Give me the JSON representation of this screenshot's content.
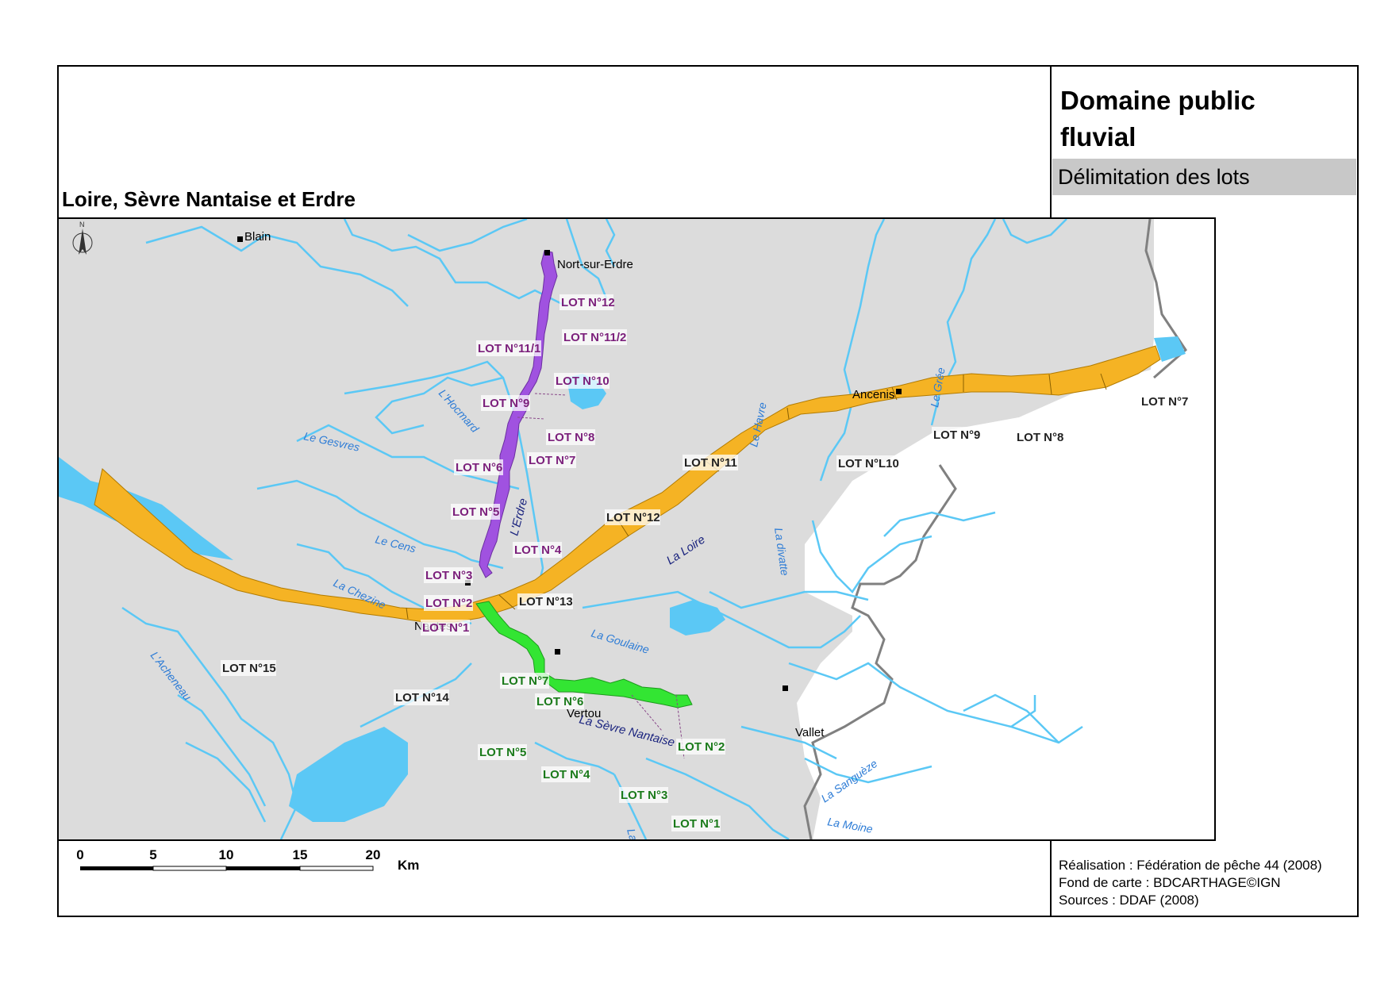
{
  "title": {
    "line1": "Domaine public",
    "line2": "fluvial"
  },
  "subtitle": "Délimitation des lots",
  "map_title": "Loire, Sèvre Nantaise et Erdre",
  "credits": {
    "realisation": "Réalisation : Fédération de pêche 44 (2008)",
    "fond": "Fond de carte : BDCARTHAGE©IGN",
    "sources": "Sources : DDAF (2008)"
  },
  "scale": {
    "ticks": [
      "0",
      "5",
      "10",
      "15",
      "20"
    ],
    "unit": "Km"
  },
  "towns": [
    "Blain",
    "Nort-sur-Erdre",
    "Ancenis",
    "Nantes",
    "Vertou",
    "Vallet"
  ],
  "rivers": {
    "loire": "La Loire",
    "erdre": "L'Erdre",
    "sevre": "La Sèvre Nantaise",
    "others": [
      "Le Gesvres",
      "L'Hocmard",
      "Le Cens",
      "La Chezine",
      "L'Acheneau",
      "La Goulaine",
      "Le Havre",
      "Le Grée",
      "La divatte",
      "La Sanguèze",
      "La Moine",
      "La"
    ]
  },
  "lots": {
    "erdre": [
      "LOT N°12",
      "LOT N°11/2",
      "LOT N°11/1",
      "LOT N°10",
      "LOT N°9",
      "LOT N°8",
      "LOT N°7",
      "LOT N°6",
      "LOT N°5",
      "LOT N°4",
      "LOT N°3",
      "LOT N°2",
      "LOT N°1"
    ],
    "loire": [
      "LOT N°7",
      "LOT N°8",
      "LOT N°9",
      "LOT N°L10",
      "LOT N°11",
      "LOT N°12",
      "LOT N°13",
      "LOT N°14",
      "LOT N°15"
    ],
    "sevre": [
      "LOT N°7",
      "LOT N°6",
      "LOT N°5",
      "LOT N°4",
      "LOT N°3",
      "LOT N°2",
      "LOT N°1"
    ]
  },
  "colors": {
    "land": "#dcdcdc",
    "water": "#5bc8f5",
    "loire_lots": "#f5b324",
    "erdre_lots": "#a052e0",
    "sevre_lots": "#33e533",
    "boundary": "#808080",
    "erdre_label": "#7b1f7b",
    "sevre_label": "#1a7a1a"
  },
  "icons": [
    "north-arrow-icon",
    "town-marker-icon"
  ]
}
